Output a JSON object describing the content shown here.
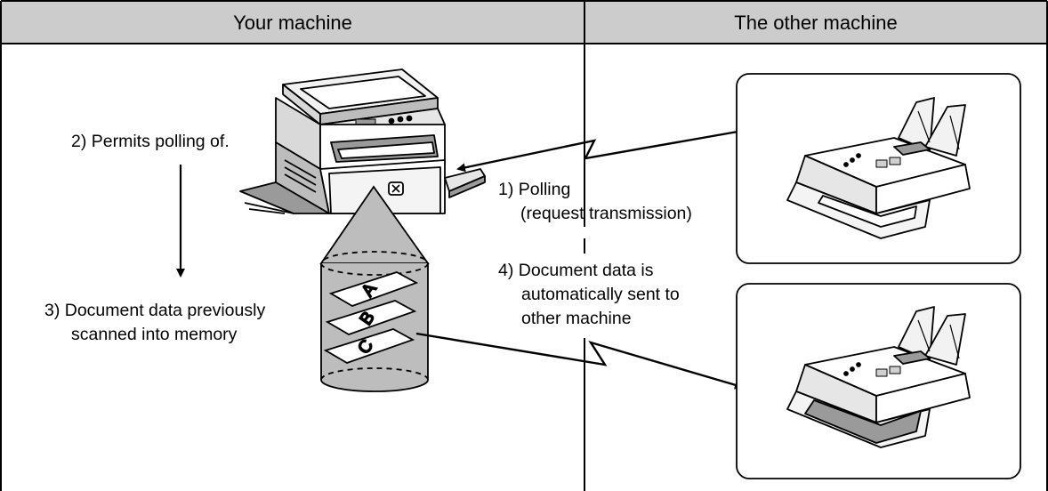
{
  "headers": {
    "left": "Your machine",
    "right": "The other machine"
  },
  "steps": {
    "permits": "2) Permits polling of.",
    "stored_line1": "3) Document data previously",
    "stored_line2": "scanned into memory",
    "polling_line1": "1) Polling",
    "polling_line2": "(request transmission)",
    "sent_line1": "4) Document data is",
    "sent_line2": "automatically sent to",
    "sent_line3": "other machine"
  },
  "memory_pages": [
    "A",
    "B",
    "C"
  ],
  "colors": {
    "header_fill": "#cccccc",
    "stroke": "#000000",
    "memory_fill": "#bdbdbd",
    "device_light": "#eeeeee",
    "device_shadow": "#9a9a9a"
  }
}
